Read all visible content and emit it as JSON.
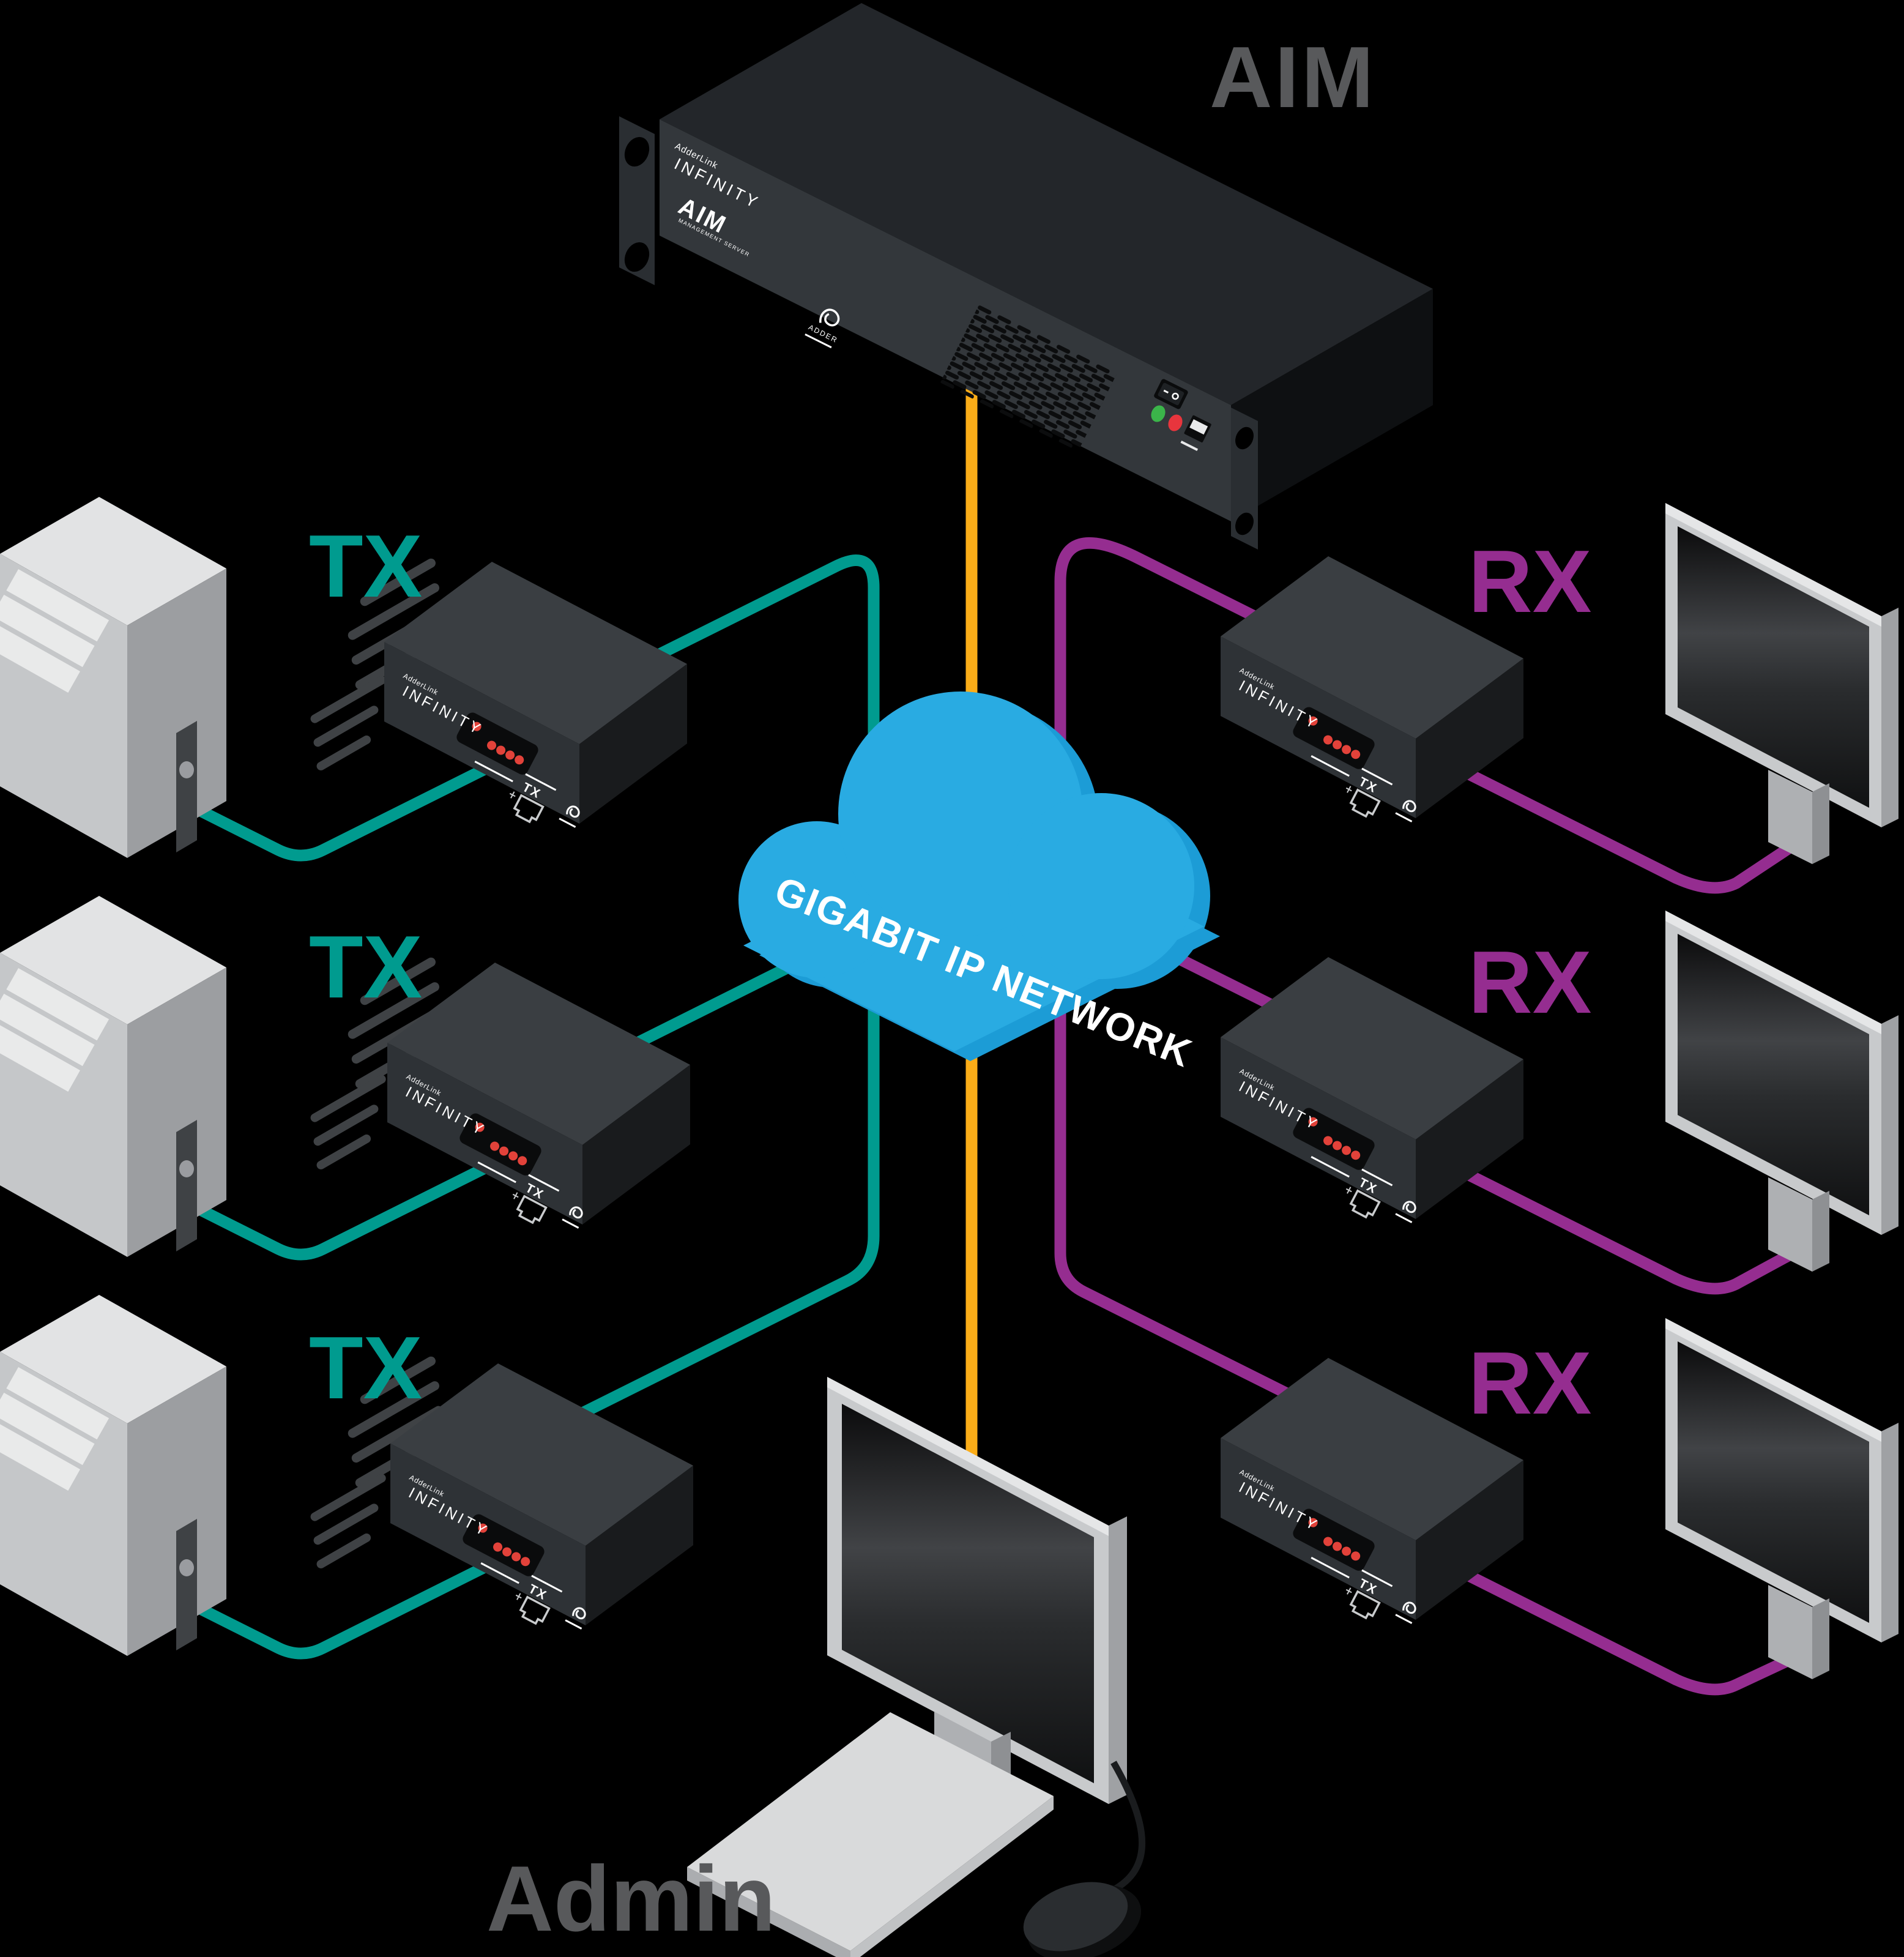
{
  "labels": {
    "aim": "AIM",
    "admin": "Admin"
  },
  "rows": {
    "tx": [
      {
        "label": "TX"
      },
      {
        "label": "TX"
      },
      {
        "label": "TX"
      }
    ],
    "rx": [
      {
        "label": "RX"
      },
      {
        "label": "RX"
      },
      {
        "label": "RX"
      }
    ]
  },
  "cloud": {
    "label": "GIGABIT IP NETWORK"
  },
  "rack": {
    "brand_small": "AdderLink",
    "brand": "INFINITY",
    "logo": "AIM",
    "logo_sub": "MANAGEMENT SERVER",
    "adder": "ADDER"
  },
  "extender": {
    "brand_small": "AdderLink",
    "brand": "INFINITY",
    "port_label": "TX"
  },
  "colors": {
    "teal": "#009B8F",
    "purple": "#952D90",
    "orange": "#FBAD18",
    "cloud_blue": "#29ABE2",
    "cloud_blue_dark": "#1C9CD6",
    "label_gray": "#58595B",
    "led_red": "#E2423A",
    "led_green": "#3BB54A",
    "background": "#000000"
  }
}
